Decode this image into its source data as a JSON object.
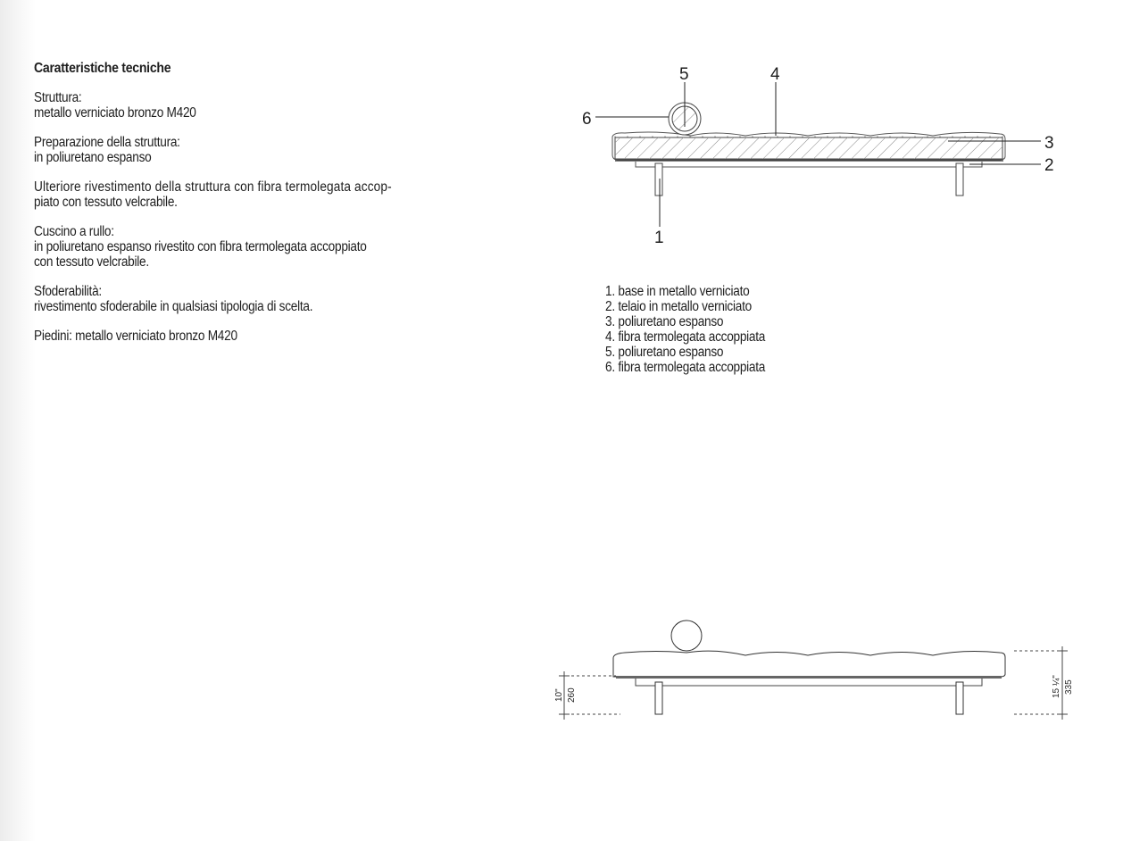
{
  "spec": {
    "title": "Caratteristiche tecniche",
    "blocks": [
      {
        "lines": [
          "Struttura:",
          "metallo verniciato bronzo M420"
        ]
      },
      {
        "lines": [
          "Preparazione della struttura:",
          "in poliuretano espanso"
        ]
      },
      {
        "lines": [
          "Ulteriore rivestimento della struttura con fibra termolegata accop-",
          "piato con tessuto velcrabile."
        ]
      },
      {
        "lines": [
          "Cuscino a rullo:",
          "in poliuretano espanso rivestito con fibra termolegata accoppiato",
          "con tessuto velcrabile."
        ]
      },
      {
        "lines": [
          "Sfoderabilità:",
          "rivestimento sfoderabile in qualsiasi tipologia di scelta."
        ]
      },
      {
        "lines": [
          "Piedini: metallo verniciato bronzo M420"
        ]
      }
    ]
  },
  "section_drawing": {
    "callouts": [
      "1",
      "2",
      "3",
      "4",
      "5",
      "6"
    ]
  },
  "legend": {
    "items": [
      "1. base in metallo verniciato",
      "2. telaio in metallo verniciato",
      "3. poliuretano espanso",
      "4. fibra termolegata accoppiata",
      "5. poliuretano espanso",
      "6. fibra termolegata accoppiata"
    ]
  },
  "elevation_drawing": {
    "left_dimension": {
      "inches": "10\"",
      "mm": "260"
    },
    "right_dimension": {
      "inches": "15 ¼\"",
      "mm": "335"
    }
  },
  "colors": {
    "text": "#1e1e1e",
    "line": "#333333",
    "hatch": "#8a8a8a"
  }
}
